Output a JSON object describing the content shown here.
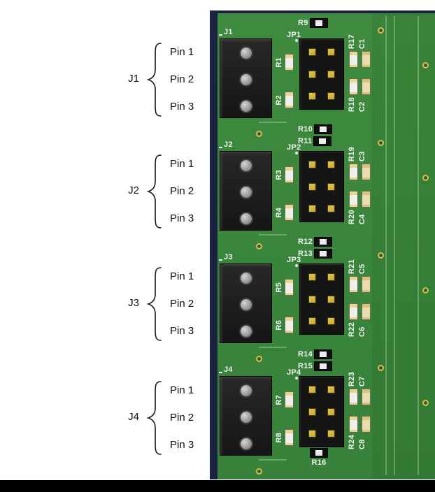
{
  "figure": {
    "background_color": "#ffffff",
    "bottom_bar_color": "#000000"
  },
  "annotations": {
    "groups": [
      {
        "label": "J1",
        "pins": [
          "Pin 1",
          "Pin 2",
          "Pin 3"
        ]
      },
      {
        "label": "J2",
        "pins": [
          "Pin 1",
          "Pin 2",
          "Pin 3"
        ]
      },
      {
        "label": "J3",
        "pins": [
          "Pin 1",
          "Pin 2",
          "Pin 3"
        ]
      },
      {
        "label": "J4",
        "pins": [
          "Pin 1",
          "Pin 2",
          "Pin 3"
        ]
      }
    ]
  },
  "pcb": {
    "board_color": "#3e8a3e",
    "edge_color": "#1b2140",
    "silkscreen_color": "#f2f2f2",
    "pad_color": "#e3c84e",
    "rows": [
      {
        "connector_label": "J1",
        "jumper_label": "JP1",
        "top_labels": [
          "R9"
        ],
        "left_labels": [
          "R1",
          "R2"
        ],
        "right_top": [
          "R17",
          "C1"
        ],
        "right_bottom": [
          "R18",
          "C2"
        ]
      },
      {
        "connector_label": "J2",
        "jumper_label": "JP2",
        "top_labels": [
          "R10",
          "R11"
        ],
        "left_labels": [
          "R3",
          "R4"
        ],
        "right_top": [
          "R19",
          "C3"
        ],
        "right_bottom": [
          "R20",
          "C4"
        ]
      },
      {
        "connector_label": "J3",
        "jumper_label": "JP3",
        "top_labels": [
          "R12",
          "R13"
        ],
        "left_labels": [
          "R5",
          "R6"
        ],
        "right_top": [
          "R21",
          "C5"
        ],
        "right_bottom": [
          "R22",
          "C6"
        ]
      },
      {
        "connector_label": "J4",
        "jumper_label": "JP4",
        "top_labels": [
          "R14",
          "R15"
        ],
        "left_labels": [
          "R7",
          "R8"
        ],
        "right_top": [
          "R23",
          "C7"
        ],
        "right_bottom": [
          "R24",
          "C8"
        ]
      }
    ],
    "footer_label": "R16"
  }
}
